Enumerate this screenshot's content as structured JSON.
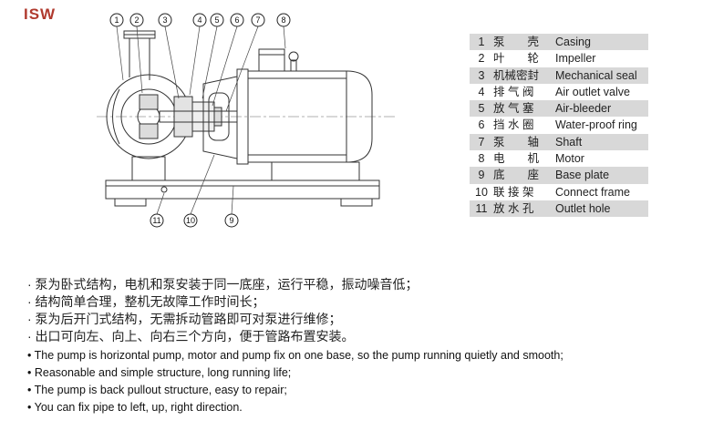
{
  "header": {
    "brand": "ISW"
  },
  "diagram": {
    "callouts": [
      "1",
      "2",
      "3",
      "4",
      "5",
      "6",
      "7",
      "8",
      "11",
      "10",
      "9"
    ]
  },
  "parts_table": {
    "rows": [
      {
        "num": "1",
        "cn": "泵　　壳",
        "en": "Casing"
      },
      {
        "num": "2",
        "cn": "叶　　轮",
        "en": "Impeller"
      },
      {
        "num": "3",
        "cn": "机械密封",
        "en": "Mechanical seal"
      },
      {
        "num": "4",
        "cn": "排 气 阀",
        "en": "Air outlet valve"
      },
      {
        "num": "5",
        "cn": "放 气 塞",
        "en": "Air-bleeder"
      },
      {
        "num": "6",
        "cn": "挡 水 圈",
        "en": "Water-proof ring"
      },
      {
        "num": "7",
        "cn": "泵　　轴",
        "en": "Shaft"
      },
      {
        "num": "8",
        "cn": "电　　机",
        "en": "Motor"
      },
      {
        "num": "9",
        "cn": "底　　座",
        "en": "Base plate"
      },
      {
        "num": "10",
        "cn": "联 接 架",
        "en": "Connect frame"
      },
      {
        "num": "11",
        "cn": "放 水 孔",
        "en": "Outlet hole"
      }
    ]
  },
  "features_cn": [
    "· 泵为卧式结构，电机和泵安装于同一底座，运行平稳，振动噪音低；",
    "· 结构简单合理，整机无故障工作时间长；",
    "· 泵为后开门式结构，无需拆动管路即可对泵进行维修；",
    "· 出口可向左、向上、向右三个方向，便于管路布置安装。"
  ],
  "features_en": [
    "• The pump is horizontal pump, motor and pump fix on one base, so the pump running quietly and smooth;",
    "• Reasonable and simple structure, long running life;",
    "• The pump is back pullout structure, easy to repair;",
    "• You can fix pipe to left, up, right direction."
  ]
}
